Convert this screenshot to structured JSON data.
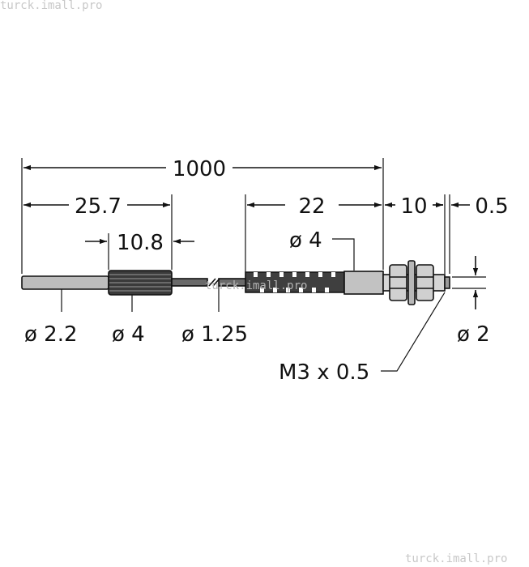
{
  "watermark": {
    "top": "turck.imall.pro",
    "middle": "turck.imall.pro",
    "bottom": "turck.imall.pro"
  },
  "dimensions": {
    "total_length": "1000",
    "tip_length": "25.7",
    "sleeve_length": "10.8",
    "sensor_length": "22",
    "thread_length": "10",
    "end_offset": "0.5",
    "sensor_diameter": "ø 4",
    "tip_diameter": "ø 2.2",
    "sleeve_diameter": "ø 4",
    "fiber_diameter": "ø 1.25",
    "end_diameter": "ø 2",
    "thread": "M3 x 0.5"
  },
  "colors": {
    "line": "#111111",
    "fiber_gray": "#8c8c8c",
    "light_gray": "#c0c0c0",
    "dark": "#3c3c3c"
  }
}
